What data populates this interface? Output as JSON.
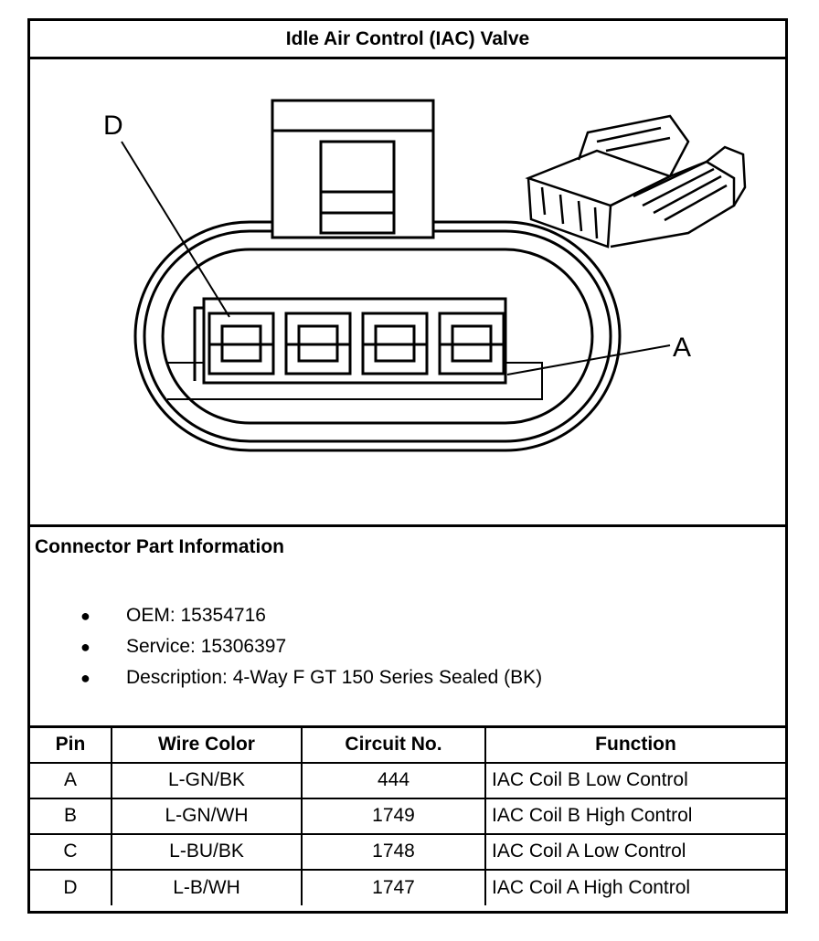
{
  "header": {
    "title": "Idle Air Control (IAC) Valve"
  },
  "diagram": {
    "label_d": "D",
    "label_a": "A"
  },
  "info": {
    "title": "Connector Part Information",
    "items": [
      "OEM: 15354716",
      "Service: 15306397",
      "Description: 4-Way F GT 150 Series Sealed (BK)"
    ]
  },
  "table": {
    "headers": [
      "Pin",
      "Wire Color",
      "Circuit No.",
      "Function"
    ],
    "rows": [
      [
        "A",
        "L-GN/BK",
        "444",
        "IAC Coil B Low Control"
      ],
      [
        "B",
        "L-GN/WH",
        "1749",
        "IAC Coil B High Control"
      ],
      [
        "C",
        "L-BU/BK",
        "1748",
        "IAC Coil A Low Control"
      ],
      [
        "D",
        "L-B/WH",
        "1747",
        "IAC Coil A High Control"
      ]
    ]
  }
}
